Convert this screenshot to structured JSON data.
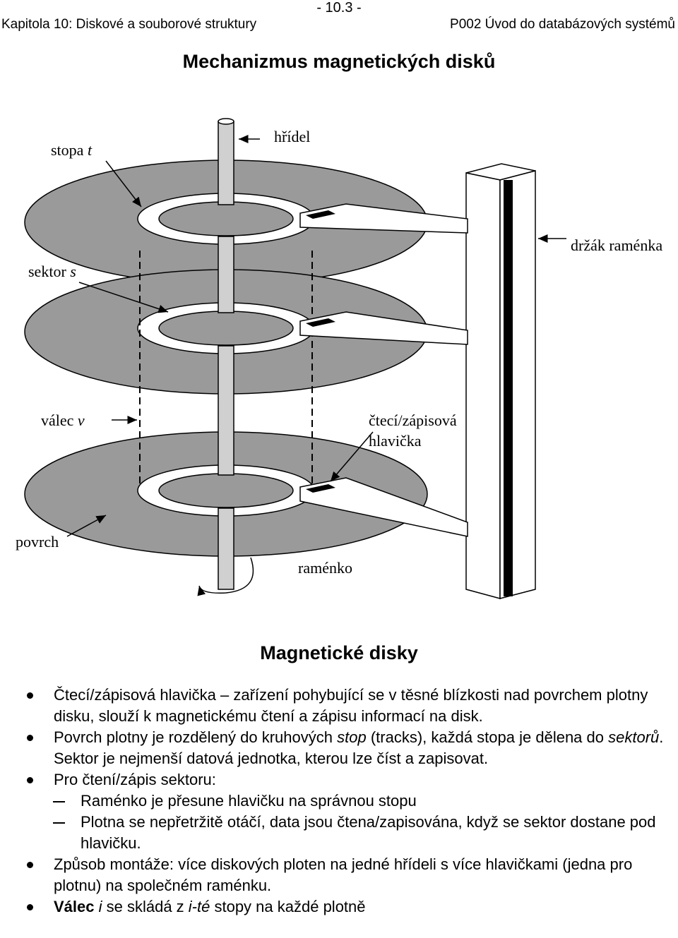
{
  "header": {
    "page_number": "- 10.3 -",
    "chapter": "Kapitola 10: Diskové a souborové struktury",
    "course": "P002 Úvod do databázových systémů"
  },
  "figure": {
    "title": "Mechanizmus magnetických disků",
    "labels": {
      "track": "stopa",
      "track_var": "t",
      "spindle": "hřídel",
      "arm_assembly": "držák raménka",
      "sector": "sektor",
      "sector_var": "s",
      "cylinder": "válec",
      "cylinder_var": "v",
      "rw_head_line1": "čtecí/zápisová",
      "rw_head_line2": "hlavička",
      "surface": "povrch",
      "arm": "raménko"
    }
  },
  "section": {
    "title": "Magnetické disky",
    "b1": {
      "term": "Čtecí/zápisová hlavička",
      "text": " – zařízení pohybující se v těsné blízkosti nad povrchem plotny disku, slouží k magnetickému čtení a zápisu informací na disk."
    },
    "b2": {
      "a": "Povrch plotny je rozdělený do kruhových ",
      "stop": "stop",
      "b": " (tracks), každá stopa je dělena do ",
      "sektoru": "sektorů",
      "c": ". Sektor je nejmenší datová jednotka, kterou lze číst a zapisovat."
    },
    "b3": {
      "text": "Pro čtení/zápis sektoru:",
      "sub1": "Raménko je přesune hlavičku na správnou stopu",
      "sub2": "Plotna se nepřetržitě otáčí, data jsou čtena/zapisována, když se sektor dostane pod hlavičku."
    },
    "b4": {
      "text": "Způsob montáže: více diskových ploten na jedné hřídeli s více hlavičkami (jedna pro plotnu) na společném raménku."
    },
    "b5": {
      "bold": "Válec",
      "i": "i",
      "mid": " se skládá z ",
      "ite": "i-té",
      "end": " stopy na každé plotně"
    }
  }
}
